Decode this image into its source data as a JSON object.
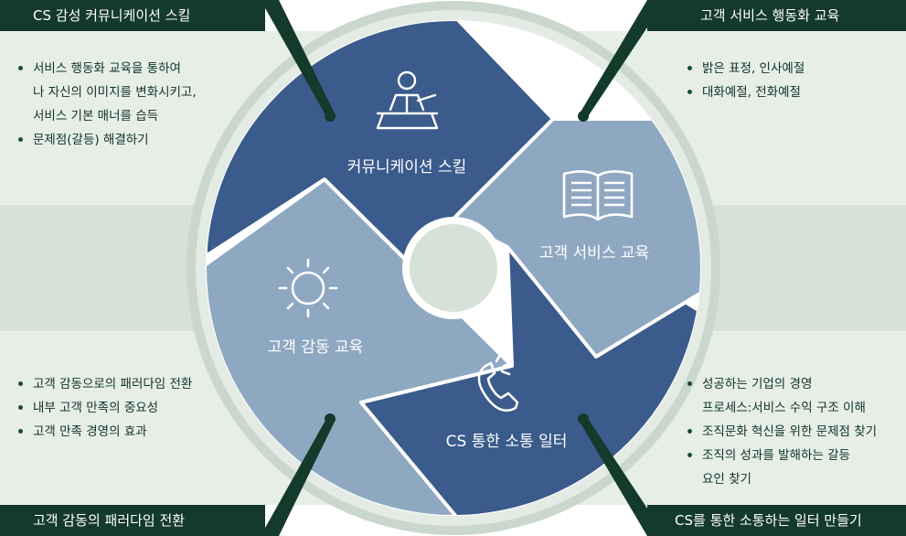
{
  "colors": {
    "dark_green": "#143a2c",
    "band_light": "#e7eee8",
    "band_mid": "#d6e1d8",
    "ring": "#cad7cd",
    "navy": "#3a5b8b",
    "steel": "#8fa8c2",
    "white": "#ffffff"
  },
  "corners": {
    "top_left": {
      "title": "CS 감성 커뮤니케이션 스킬",
      "items": [
        "서비스 행동화 교육을 통하여\n나 자신의 이미지를 변화시키고,\n서비스 기본 매너를 습득",
        "문제점(갈등) 해결하기"
      ]
    },
    "top_right": {
      "title": "고객 서비스 행동화 교육",
      "items": [
        "밝은 표정, 인사예절",
        "대화예절, 전화예절"
      ]
    },
    "bottom_left": {
      "title": "고객 감동의 패러다임 전환",
      "items": [
        "고객 감동으로의 패러다임 전환",
        "내부 고객 만족의 중요성",
        "고객 만족 경영의 효과"
      ]
    },
    "bottom_right": {
      "title": "CS를 통한 소통하는 일터 만들기",
      "items": [
        "성공하는 기업의 경영\n프로세스:서비스 수익 구조 이해",
        "조직문화 혁신을 위한 문제점 찾기",
        "조직의 성과를 발해하는 갈등\n요인 찾기"
      ]
    }
  },
  "segments": {
    "top": {
      "label": "커뮤니케이션 스킬",
      "icon": "presenter-icon"
    },
    "right": {
      "label": "고객 서비스 교육",
      "icon": "open-book-icon"
    },
    "bottom": {
      "label": "CS 통한 소통 일터",
      "icon": "phone-icon"
    },
    "left": {
      "label": "고객 감동 교육",
      "icon": "sun-icon"
    }
  }
}
